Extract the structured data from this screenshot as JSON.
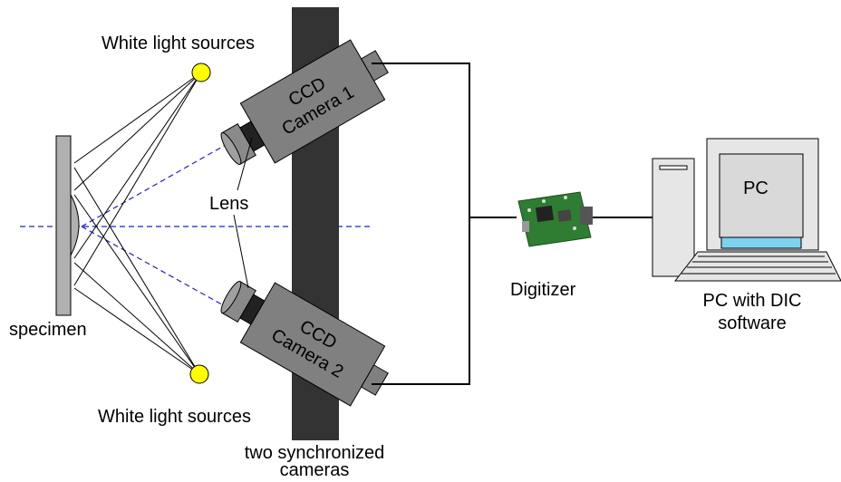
{
  "labels": {
    "light_top": "White light sources",
    "light_bottom": "White light sources",
    "lens": "Lens",
    "specimen": "specimen",
    "digitizer": "Digitizer",
    "pc_caption_line1": "PC with DIC",
    "pc_caption_line2": "software",
    "screen_text": "PC",
    "camera1_line1": "CCD",
    "camera1_line2": "Camera 1",
    "camera2_line1": "CCD",
    "camera2_line2": "Camera 2",
    "mount_caption_line1": "two synchronized",
    "mount_caption_line2": "cameras"
  },
  "colors": {
    "light_fill": "#ffff00",
    "camera_body": "#808080",
    "mount_bar": "#333333",
    "optical_axis": "#1f1fd6",
    "specimen_fill": "#b0b0b0",
    "monitor_fill": "#e6e6e6",
    "screen_fill": "#d9d9d9",
    "screen_bezel": "#7fd2ef",
    "board_green": "#2f7d32"
  }
}
